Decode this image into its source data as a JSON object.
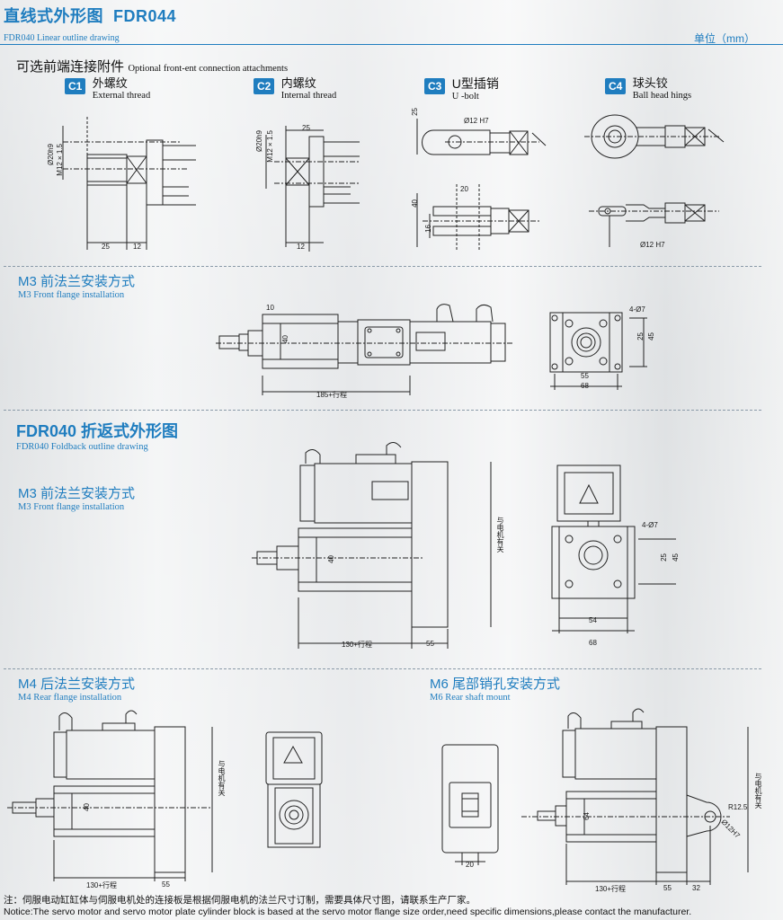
{
  "header": {
    "title_cn": "直线式外形图",
    "title_model": "FDR044",
    "subtitle": "FDR040 Linear outline drawing",
    "unit": "单位（mm）"
  },
  "attachments": {
    "title_cn": "可选前端连接附件",
    "title_en": "Optional front-ent connection attachments",
    "items": [
      {
        "code": "C1",
        "name_cn": "外螺纹",
        "name_en": "External thread"
      },
      {
        "code": "C2",
        "name_cn": "内螺纹",
        "name_en": "Internal  thread"
      },
      {
        "code": "C3",
        "name_cn": "U型插销",
        "name_en": "U -bolt"
      },
      {
        "code": "C4",
        "name_cn": "球头铰",
        "name_en": "Ball head hings"
      }
    ]
  },
  "dims": {
    "c1": {
      "d1": "Ø20h9",
      "d2": "M12×1.5",
      "d3": "25",
      "d4": "12"
    },
    "c2": {
      "d1": "Ø20h9",
      "d2": "M12×1.5",
      "d3": "25",
      "d4": "12"
    },
    "c3": {
      "d1": "25",
      "d2": "Ø12 H7",
      "d3": "20",
      "d4": "40",
      "d5": "16"
    },
    "c4": {
      "d1": "Ø12 H7"
    },
    "m3_linear": {
      "d1": "10",
      "d2": "40",
      "d3": "185+行程",
      "d4": "4-Ø7",
      "d5": "25",
      "d6": "45",
      "d7": "55",
      "d8": "68"
    },
    "m3_fold": {
      "d1": "40",
      "d2": "130+行程",
      "d3": "55",
      "d4": "与电机有关",
      "d5": "4-Ø7",
      "d6": "25",
      "d7": "45",
      "d8": "54",
      "d9": "68"
    },
    "m4": {
      "d1": "40",
      "d2": "130+行程",
      "d3": "55",
      "d4": "与电机有关"
    },
    "m6": {
      "d1": "20",
      "d2": "64",
      "d3": "R12.5",
      "d4": "Ø12H7",
      "d5": "130+行程",
      "d6": "55",
      "d7": "32",
      "d8": "与电机有关"
    }
  },
  "sections": {
    "m3_linear": {
      "cn": "M3 前法兰安装方式",
      "en": "M3 Front flange installation"
    },
    "foldback": {
      "cn_model": "FDR040",
      "cn": "折返式外形图",
      "en": "FDR040 Foldback outline drawing"
    },
    "m3_fold": {
      "cn": "M3 前法兰安装方式",
      "en": "M3 Front flange installation"
    },
    "m4": {
      "cn": "M4 后法兰安装方式",
      "en": "M4 Rear flange installation"
    },
    "m6": {
      "cn": "M6 尾部销孔安装方式",
      "en": "M6 Rear shaft mount"
    }
  },
  "notes": {
    "cn": "注：伺服电动缸缸体与伺服电机处的连接板是根据伺服电机的法兰尺寸订制，需要具体尺寸图，请联系生产厂家。",
    "en": "Notice:The servo motor and servo motor plate cylinder block is based at the servo motor flange size order,need specific dimensions,please contact the manufacturer."
  },
  "colors": {
    "accent": "#1f7dbf",
    "line": "#222222"
  }
}
